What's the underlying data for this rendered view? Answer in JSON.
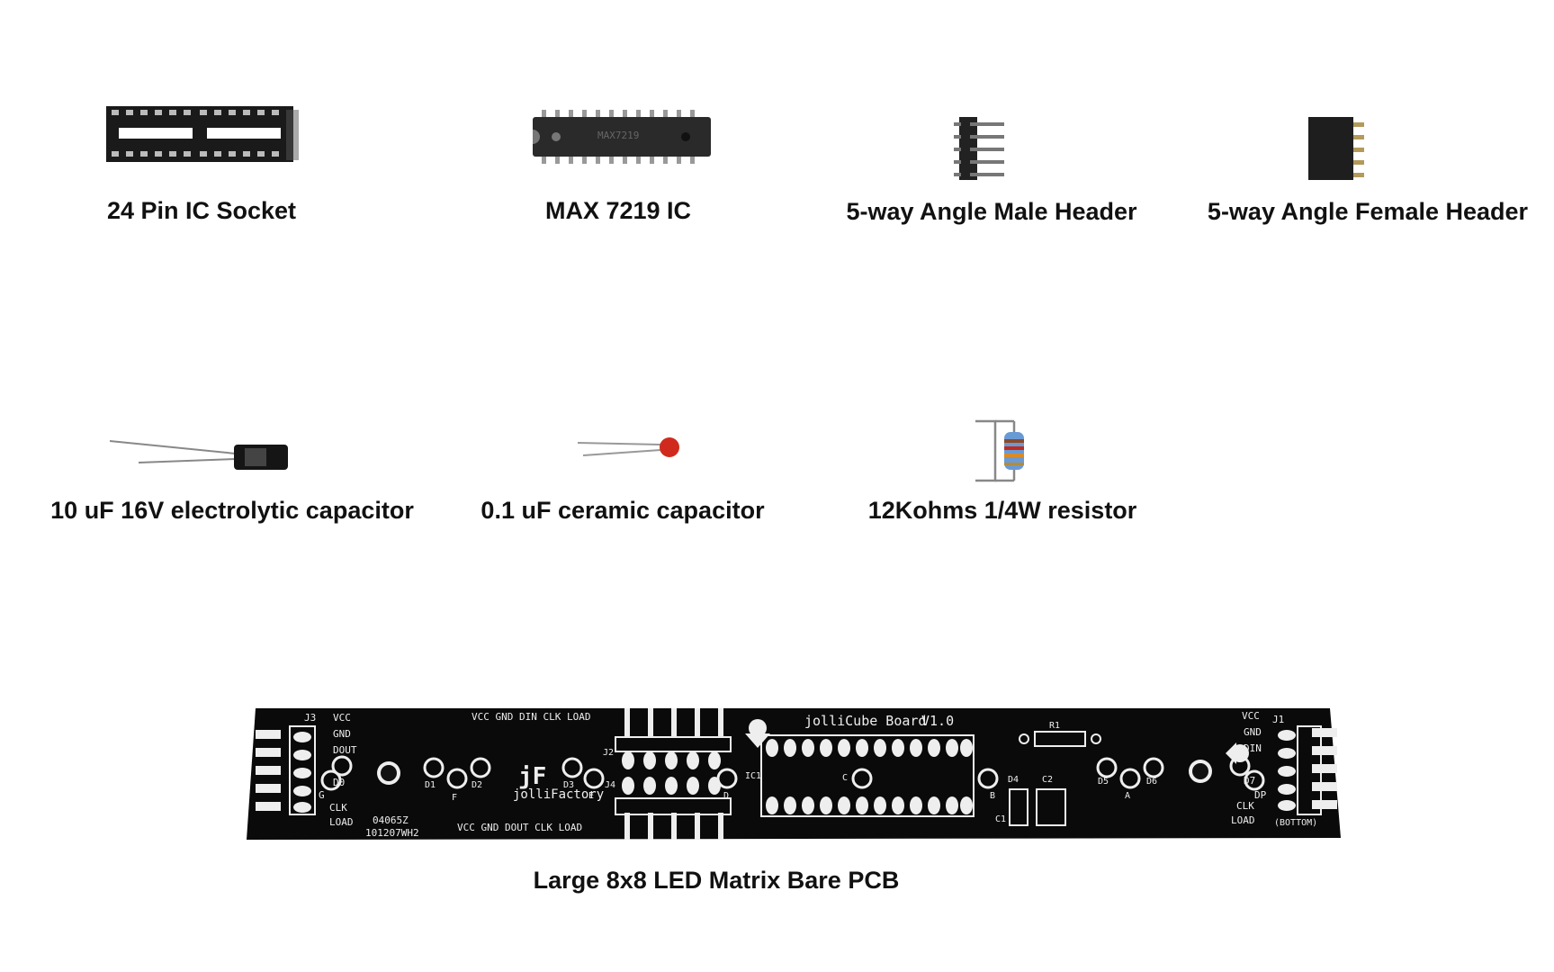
{
  "components": [
    {
      "id": "ic-socket",
      "label": "24 Pin IC Socket"
    },
    {
      "id": "max7219",
      "label": "MAX 7219 IC"
    },
    {
      "id": "male-header",
      "label": "5-way Angle Male Header"
    },
    {
      "id": "female-header",
      "label": "5-way Angle Female Header"
    },
    {
      "id": "electrolytic",
      "label": "10 uF 16V electrolytic capacitor"
    },
    {
      "id": "ceramic",
      "label": "0.1 uF ceramic capacitor"
    },
    {
      "id": "resistor",
      "label": "12Kohms 1/4W resistor"
    },
    {
      "id": "pcb",
      "label": "Large 8x8 LED Matrix Bare PCB"
    }
  ],
  "pcb": {
    "board_title": "jolliCube Board",
    "version": "V1.0",
    "brand": "jolliFactory",
    "logo": "jF",
    "code1": "04065Z",
    "code2": "101207WH2",
    "top_pins": "VCC GND DIN CLK LOAD",
    "bottom_pins": "VCC GND DOUT CLK LOAD",
    "j3_labels": [
      "J3",
      "VCC",
      "GND",
      "DOUT",
      "D0",
      "G",
      "CLK",
      "LOAD"
    ],
    "j1_labels": [
      "J1",
      "VCC",
      "GND",
      "DIN",
      "D7",
      "DP",
      "CLK",
      "LOAD",
      "(BOTTOM)"
    ],
    "refs": [
      "D1",
      "F",
      "D2",
      "D3",
      "E",
      "J2",
      "J4",
      "IC1",
      "D",
      "C",
      "B",
      "D4",
      "C2",
      "C1",
      "R1",
      "D5",
      "A",
      "D6"
    ]
  },
  "chip_marking": "MAX7219"
}
